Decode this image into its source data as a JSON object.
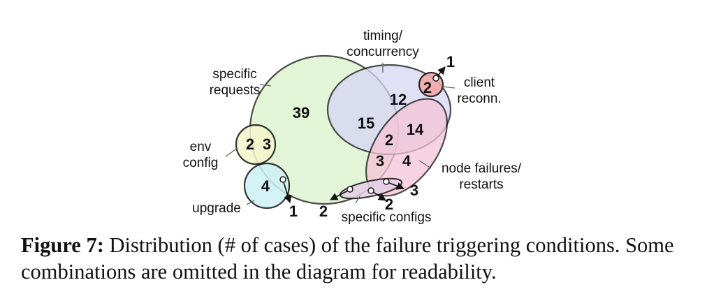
{
  "diagram": {
    "sets": {
      "specific_requests": "specific\nrequests",
      "timing": "timing/\nconcurrency",
      "client": "client\nreconn.",
      "env": "env\nconfig",
      "upgrade": "upgrade",
      "node": "node failures/\nrestarts",
      "configs": "specific configs"
    },
    "counts": {
      "requests_only": "39",
      "requests_timing": "15",
      "timing_only": "12",
      "timing_node": "14",
      "requests_timing_node": "2",
      "requests_node": "3",
      "node_only": "4",
      "client_only": "2",
      "client_out": "1",
      "env_only": "2",
      "env_requests": "3",
      "upgrade_only": "4",
      "upgrade_out": "1",
      "configs_left": "2",
      "configs_mid": "2",
      "configs_right": "3"
    },
    "colors": {
      "specific_requests": "#d9f2c9",
      "timing": "#d6d6f5",
      "client": "#f2a9a9",
      "env": "#f7f6cc",
      "upgrade": "#cdf1f5",
      "node": "#f5c4d6",
      "configs": "#e5cfe6"
    }
  },
  "caption": {
    "label": "Figure 7:",
    "text": " Distribution (# of cases) of the failure triggering conditions. Some combinations are omitted in the diagram for readability."
  }
}
